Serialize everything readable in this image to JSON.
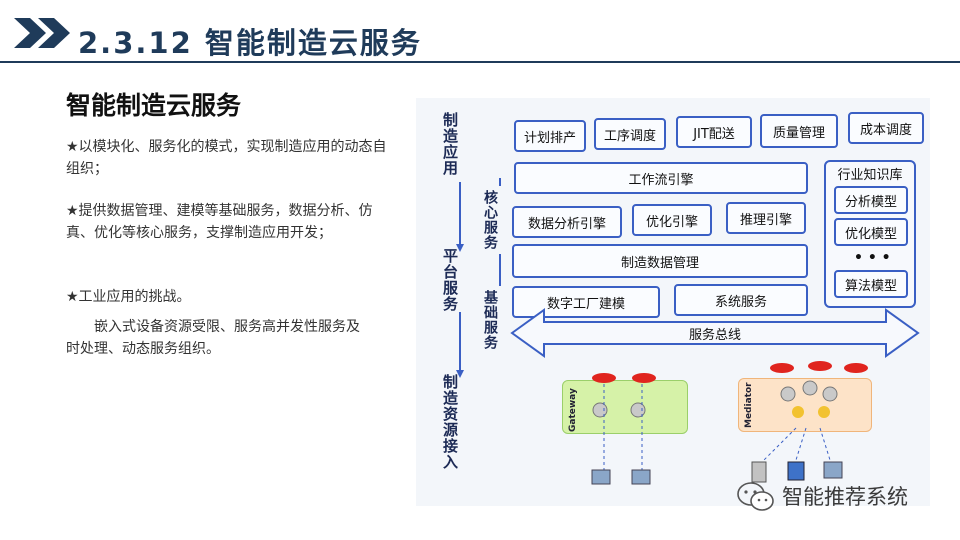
{
  "header": {
    "title": "2.3.12 智能制造云服务",
    "accent_color": "#1f3b5a"
  },
  "subtitle": "智能制造云服务",
  "bullets": [
    "★以模块化、服务化的模式，实现制造应用的动态自组织；",
    "★提供数据管理、建模等基础服务，数据分析、仿真、优化等核心服务，支撑制造应用开发；",
    "★工业应用的挑战。",
    "嵌入式设备资源受限、服务高并发性服务及时处理、动态服务组织。"
  ],
  "diagram": {
    "side_labels": {
      "manufacturing_app": "制造应用",
      "core_service": "核心服务",
      "platform_service": "平台服务",
      "basic_service": "基础服务",
      "resource_access": "制造资源接入"
    },
    "app_boxes": [
      "计划排产",
      "工序调度",
      "JIT配送",
      "质量管理",
      "成本调度"
    ],
    "workflow_engine": "工作流引擎",
    "engines": [
      "数据分析引擎",
      "优化引擎",
      "推理引擎"
    ],
    "data_management": "制造数据管理",
    "basic_boxes": [
      "数字工厂建模",
      "系统服务"
    ],
    "knowledge_base": {
      "title": "行业知识库",
      "items": [
        "分析模型",
        "优化模型",
        "算法模型"
      ],
      "ellipsis": "• • •"
    },
    "service_bus": "服务总线",
    "gateway_label": "Gateway",
    "mediator_label": "Mediator"
  },
  "watermark": {
    "icon": "wechat-icon",
    "text": "智能推荐系统"
  }
}
